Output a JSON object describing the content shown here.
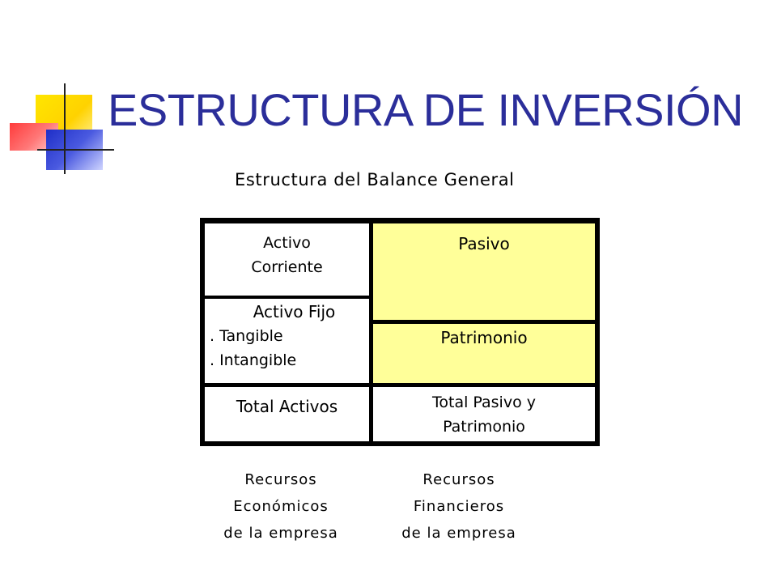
{
  "slide": {
    "title": "ESTRUCTURA DE INVERSIÓN",
    "subtitle": "Estructura del Balance General",
    "colors": {
      "title": "#2b2e9a",
      "highlight_fill": "#ffff99",
      "grid_lines": "#000000"
    }
  },
  "balance": {
    "activo_corriente": [
      "Activo",
      "Corriente"
    ],
    "pasivo": "Pasivo",
    "activo_fijo": {
      "title": "Activo Fijo",
      "items": [
        ". Tangible",
        ". Intangible"
      ]
    },
    "patrimonio": "Patrimonio",
    "total_activos": "Total Activos",
    "total_pasivo_patrimonio": [
      "Total Pasivo y",
      "Patrimonio"
    ]
  },
  "footer": {
    "left": [
      "Recursos",
      "Económicos",
      "de la empresa"
    ],
    "right": [
      "Recursos",
      "Financieros",
      "de la empresa"
    ]
  }
}
